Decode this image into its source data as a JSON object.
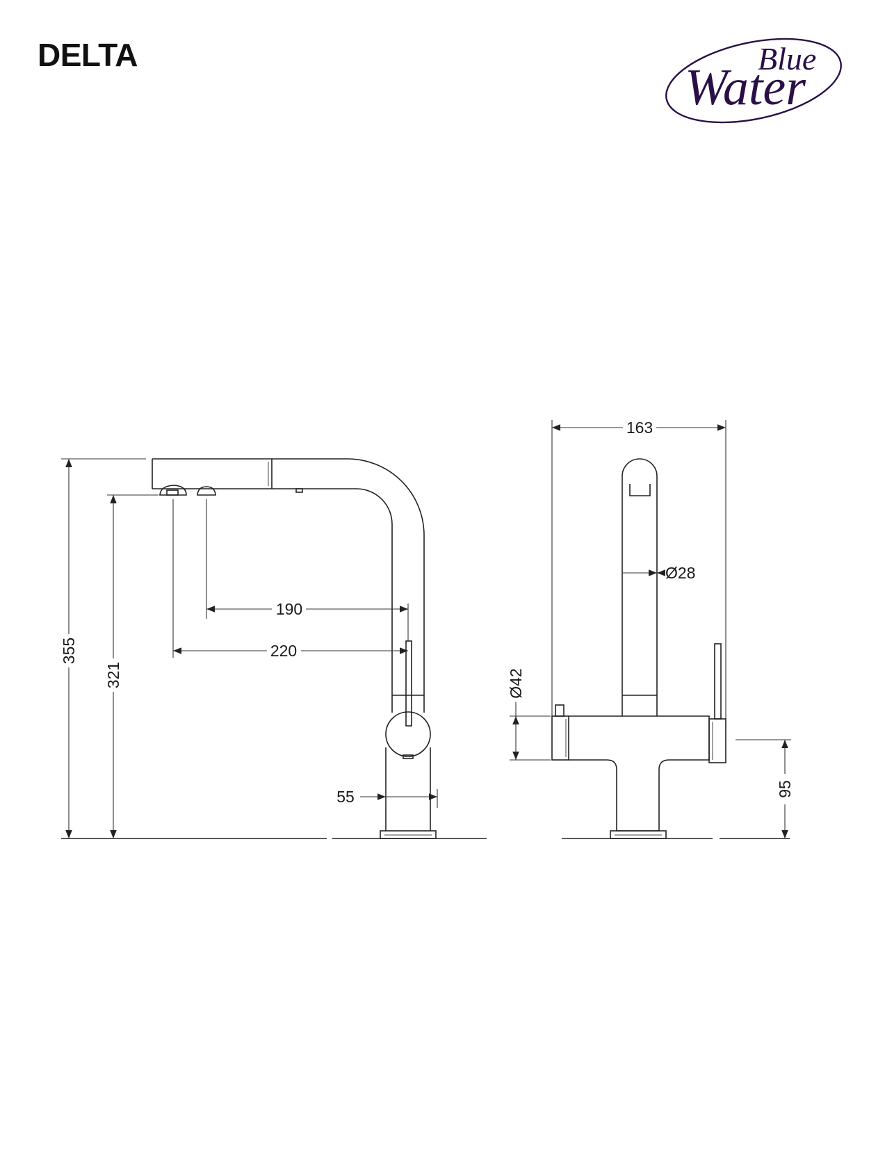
{
  "header": {
    "model_name": "DELTA",
    "brand_logo": {
      "line1": "Blue",
      "line2": "Water",
      "color": "#2a1046"
    }
  },
  "side_view": {
    "dimensions": {
      "overall_height": "355",
      "spout_height": "321",
      "reach_aerator": "190",
      "reach_outlet": "220",
      "body_width": "55"
    }
  },
  "front_view": {
    "dimensions": {
      "overall_width": "163",
      "spout_diameter": "Ø28",
      "handle_diameter": "Ø42",
      "handle_height": "95"
    }
  }
}
